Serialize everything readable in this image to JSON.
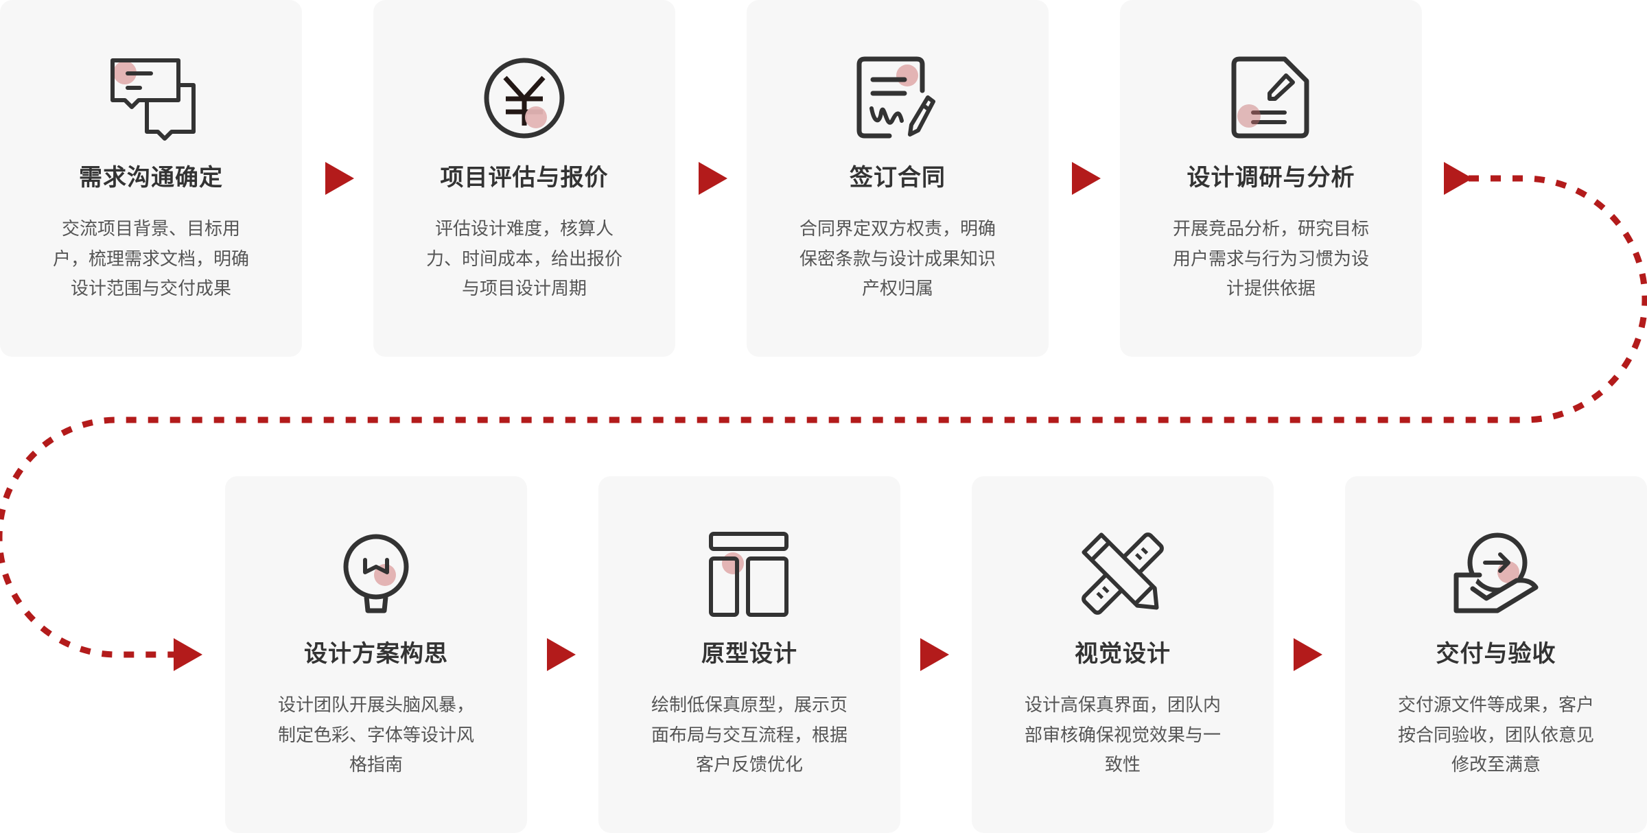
{
  "colors": {
    "accent": "#b31b1b",
    "card_bg": "#f7f7f7",
    "icon_stroke": "#333333",
    "icon_dot": "#e3b4b4",
    "title": "#333333",
    "desc": "#555555"
  },
  "steps": [
    {
      "icon": "chat-bubbles-icon",
      "title": "需求沟通确定",
      "desc": [
        "交流项目背景、目标用",
        "户，梳理需求文档，明确",
        "设计范围与交付成果"
      ]
    },
    {
      "icon": "yen-coin-icon",
      "title": "项目评估与报价",
      "desc": [
        "评估设计难度，核算人",
        "力、时间成本，给出报价",
        "与项目设计周期"
      ]
    },
    {
      "icon": "contract-sign-icon",
      "title": "签订合同",
      "desc": [
        "合同界定双方权责，明确",
        "保密条款与设计成果知识",
        "产权归属"
      ]
    },
    {
      "icon": "document-edit-icon",
      "title": "设计调研与分析",
      "desc": [
        "开展竞品分析，研究目标",
        "用户需求与行为习惯为设",
        "计提供依据"
      ]
    },
    {
      "icon": "lightbulb-icon",
      "title": "设计方案构思",
      "desc": [
        "设计团队开展头脑风暴，",
        "制定色彩、字体等设计风",
        "格指南"
      ]
    },
    {
      "icon": "layout-wireframe-icon",
      "title": "原型设计",
      "desc": [
        "绘制低保真原型，展示页",
        "面布局与交互流程，根据",
        "客户反馈优化"
      ]
    },
    {
      "icon": "pencil-ruler-icon",
      "title": "视觉设计",
      "desc": [
        "设计高保真界面，团队内",
        "部审核确保视觉效果与一",
        "致性"
      ]
    },
    {
      "icon": "hand-deliver-icon",
      "title": "交付与验收",
      "desc": [
        "交付源文件等成果，客户",
        "按合同验收，团队依意见",
        "修改至满意"
      ]
    }
  ]
}
